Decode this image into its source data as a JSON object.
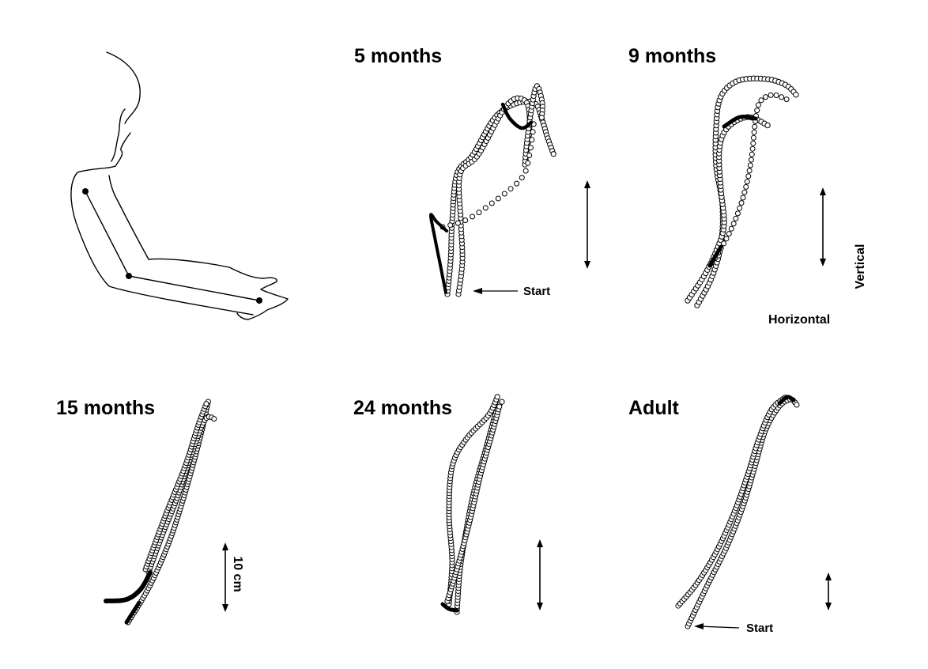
{
  "panels": {
    "five_months": {
      "title": "5 months"
    },
    "nine_months": {
      "title": "9 months"
    },
    "fifteen_months": {
      "title": "15 months"
    },
    "twenty_four_months": {
      "title": "24 months"
    },
    "adult": {
      "title": "Adult"
    }
  },
  "labels": {
    "start_top": "Start",
    "start_bottom": "Start",
    "vertical": "Vertical",
    "horizontal": "Horizontal",
    "scale": "10 cm"
  }
}
